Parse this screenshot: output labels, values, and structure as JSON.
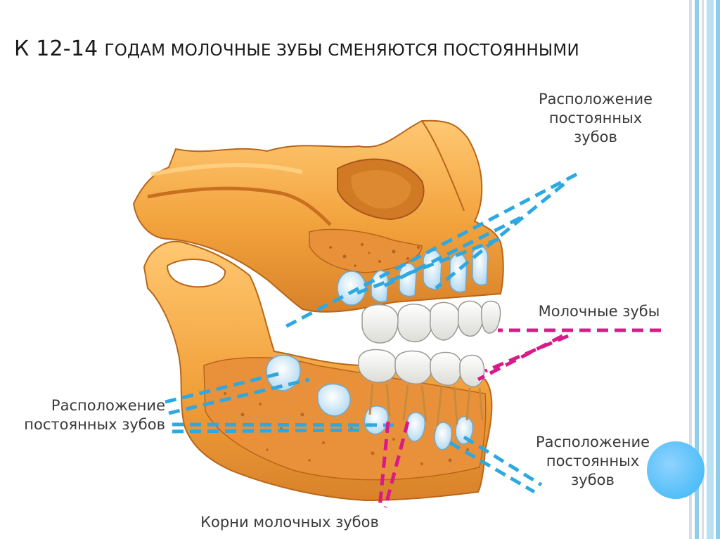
{
  "slide": {
    "title_lead": "К 12-14",
    "title_rest": "годам молочные зубы сменяются постоянными"
  },
  "labels": {
    "upper_permanent": [
      "Расположение",
      "постоянных",
      "зубов"
    ],
    "milk_teeth": "Молочные зубы",
    "left_permanent": [
      "Расположение",
      "постоянных зубов"
    ],
    "lower_right_permanent": [
      "Расположение",
      "постоянных",
      "зубов"
    ],
    "milk_roots": "Корни молочных зубов"
  },
  "colors": {
    "bone": "#f2a23c",
    "bone_light": "#ffc872",
    "bone_dark": "#c9731c",
    "tooth": "#f4f4f2",
    "tooth_bud": "#cfe6f6",
    "dashed_blue": "#2ea8e0",
    "dashed_pink": "#d81b8a",
    "stripe_blue": "#8fcdea",
    "stripe_gray": "#d7dde2"
  }
}
